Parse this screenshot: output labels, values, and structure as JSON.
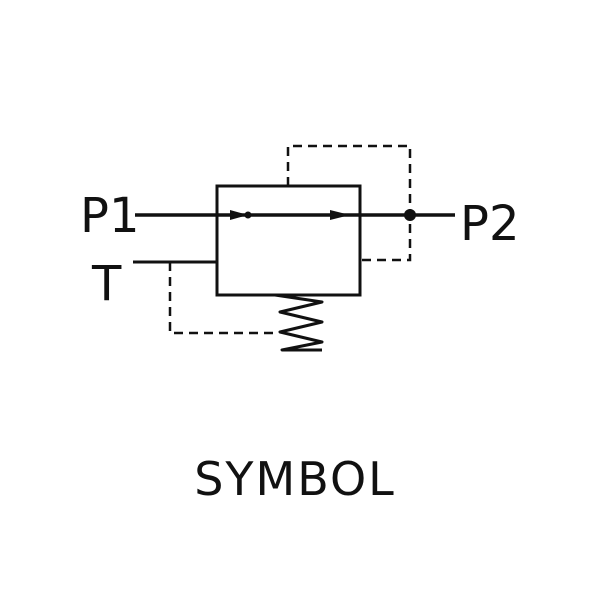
{
  "diagram": {
    "ports": {
      "p1": "P1",
      "p2": "P2",
      "t": "T"
    },
    "caption": "SYMBOL",
    "colors": {
      "line": "#111111",
      "background": "#ffffff"
    }
  }
}
